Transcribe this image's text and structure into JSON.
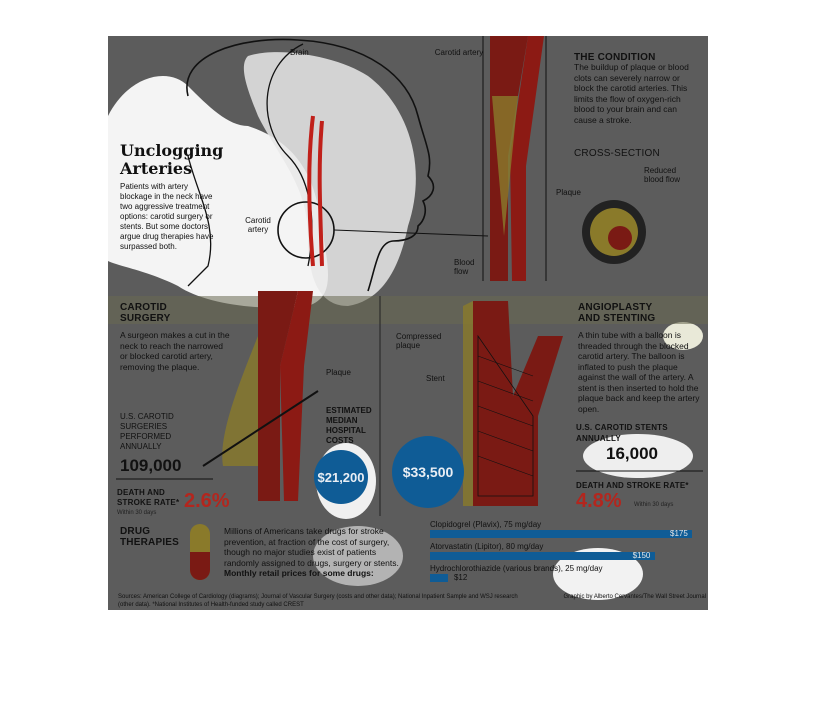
{
  "title": "Unclogging Arteries",
  "intro": "Patients with artery blockage in the neck have two aggressive treatment options: carotid surgery or stents. But some doctors argue drug therapies have surpassed both.",
  "labels": {
    "brain": "Brain",
    "carotid_artery_top": "Carotid artery",
    "carotid_artery_neck": "Carotid artery",
    "plaque_top": "Plaque",
    "blood_flow": "Blood flow",
    "reduced_blood_flow": "Reduced blood flow",
    "cross_section": "CROSS-SECTION",
    "plaque_surgery": "Plaque",
    "compressed_plaque": "Compressed plaque",
    "stent": "Stent"
  },
  "condition": {
    "heading": "THE CONDITION",
    "text": "The buildup of plaque or blood clots can severely narrow or block the carotid arteries. This limits the flow of oxygen-rich blood to your brain and can cause a stroke."
  },
  "surgery": {
    "heading": "CAROTID SURGERY",
    "text": "A surgeon makes a cut in the neck to reach the narrowed or blocked carotid artery, removing the plaque.",
    "performed_label": "U.S. CAROTID SURGERIES PERFORMED ANNUALLY",
    "performed_value": "109,000",
    "rate_label": "DEATH AND STROKE RATE*",
    "rate_sub": "Within 30 days",
    "rate_value": "2.6%"
  },
  "costs": {
    "heading": "ESTIMATED MEDIAN HOSPITAL COSTS",
    "surgery_cost": "$21,200",
    "stent_cost": "$33,500"
  },
  "stenting": {
    "heading": "ANGIOPLASTY AND STENTING",
    "text": "A thin tube with a balloon is threaded through the blocked carotid artery. The balloon is inflated to push the plaque against the wall of the artery. A stent is then inserted to hold the plaque back and keep the artery open.",
    "annual_label": "U.S. CAROTID STENTS ANNUALLY",
    "annual_value": "16,000",
    "rate_label": "DEATH AND STROKE RATE*",
    "rate_sub": "Within 30 days",
    "rate_value": "4.8%"
  },
  "drugs": {
    "heading": "DRUG THERAPIES",
    "text": "Millions of Americans take drugs for stroke prevention, at fraction of the cost of surgery, though no major studies exist of patients randomly assigned to drugs, surgery or stents.",
    "subhead": "Monthly retail prices for some drugs:",
    "items": [
      {
        "name": "Clopidogrel (Plavix), 75 mg/day",
        "price": "$175",
        "value": 175
      },
      {
        "name": "Atorvastatin (Lipitor), 80 mg/day",
        "price": "$150",
        "value": 150
      },
      {
        "name": "Hydrochlorothiazide (various brands), 25 mg/day",
        "price": "$12",
        "value": 12
      }
    ]
  },
  "footer": {
    "sources": "Sources: American College of Cardiology (diagrams); Journal of Vascular Surgery (costs and other data); National Inpatient Sample and WSJ research (other data). *National Institutes of Health-funded study called CREST",
    "credit": "Graphic by Alberto Cervantes/The Wall Street Journal"
  },
  "colors": {
    "background_dim": "#5c5c5c",
    "artery_red": "#8c1a14",
    "plaque_yellow": "#8a7a2a",
    "stat_blue": "#0f5c96",
    "rate_red": "#b3261e"
  }
}
